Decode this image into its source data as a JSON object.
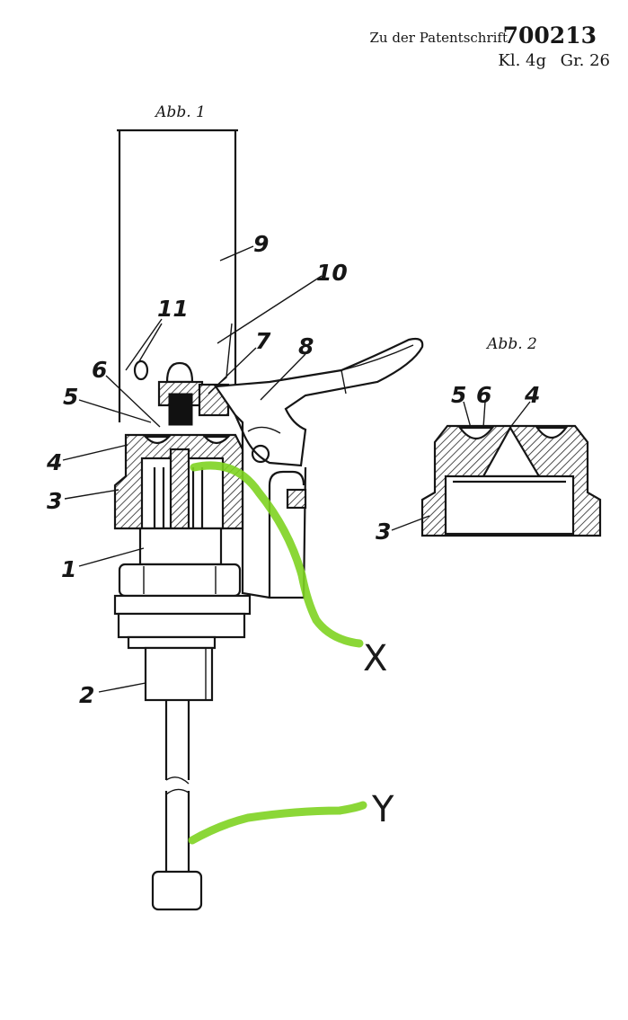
{
  "header": {
    "line1_prefix": "Zu der Patentschrift",
    "patent_number": "700213",
    "class_label": "Kl. 4g",
    "group_label": "Gr. 26"
  },
  "figure1": {
    "caption": "Abb. 1",
    "labels": [
      "1",
      "2",
      "3",
      "4",
      "5",
      "6",
      "7",
      "8",
      "9",
      "10",
      "11"
    ]
  },
  "figure2": {
    "caption": "Abb. 2",
    "labels": [
      "3",
      "4",
      "5",
      "6"
    ]
  },
  "annotations": {
    "x_label": "X",
    "y_label": "Y",
    "stroke_color": "#7ed321"
  }
}
